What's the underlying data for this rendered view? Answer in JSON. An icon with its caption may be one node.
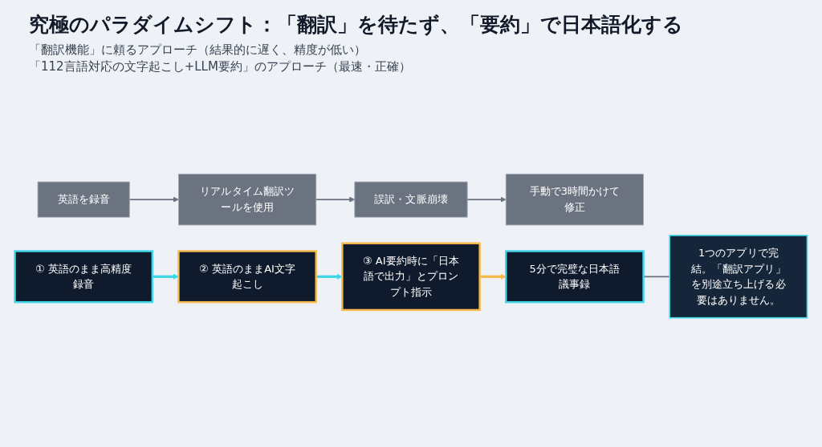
{
  "diagram": {
    "title": "究極のパラダイムシフト：「翻訳」を待たず、「要約」で日本語化する",
    "nodes": [
      {
        "text": [
          "英語を録音"
        ]
      },
      {
        "text": [
          "リアルタイム翻訳ツールを使用"
        ]
      },
      {
        "text": [
          "誤訳・文脈崩壊"
        ]
      },
      {
        "text": [
          "手動で3時間かけて修正"
        ]
      },
      {
        "text": [
          "① 英語のまま高精度録音"
        ]
      },
      {
        "text": [
          "② 英語のままAI文字起こし"
        ]
      },
      {
        "text": [
          "③ AI要約時に「日本語で出力」とプロンプト指示"
        ]
      },
      {
        "text": [
          "5分で完璧な日本語議事録"
        ]
      },
      {
        "text": [
          "1つのアプリで完結。「翻訳アプリ」を別途立ち上げる必要はありません。"
        ]
      }
    ],
    "edges": [
      {
        "from": 0,
        "to": 1,
        "arrow": "to"
      },
      {
        "from": 1,
        "to": 2,
        "arrow": "to"
      },
      {
        "from": 2,
        "to": 3,
        "arrow": "to"
      },
      {
        "from": 4,
        "to": 5,
        "arrow": "to",
        "style": "thick",
        "color": "#3fd6e8"
      },
      {
        "from": 5,
        "to": 6,
        "arrow": "to",
        "style": "thick",
        "color": "#3fd6e8"
      },
      {
        "from": 6,
        "to": 7,
        "arrow": "to",
        "style": "thick",
        "color": "#f5b84a"
      },
      {
        "from": 7,
        "to": 8,
        "arrow": "none"
      }
    ],
    "labels": [
      "「翻訳機能」に頼るアプローチ（結果的に遅く、精度が低い）",
      "「112言語対応の文字起こし+LLM要約」のアプローチ（最速・正確）"
    ]
  }
}
